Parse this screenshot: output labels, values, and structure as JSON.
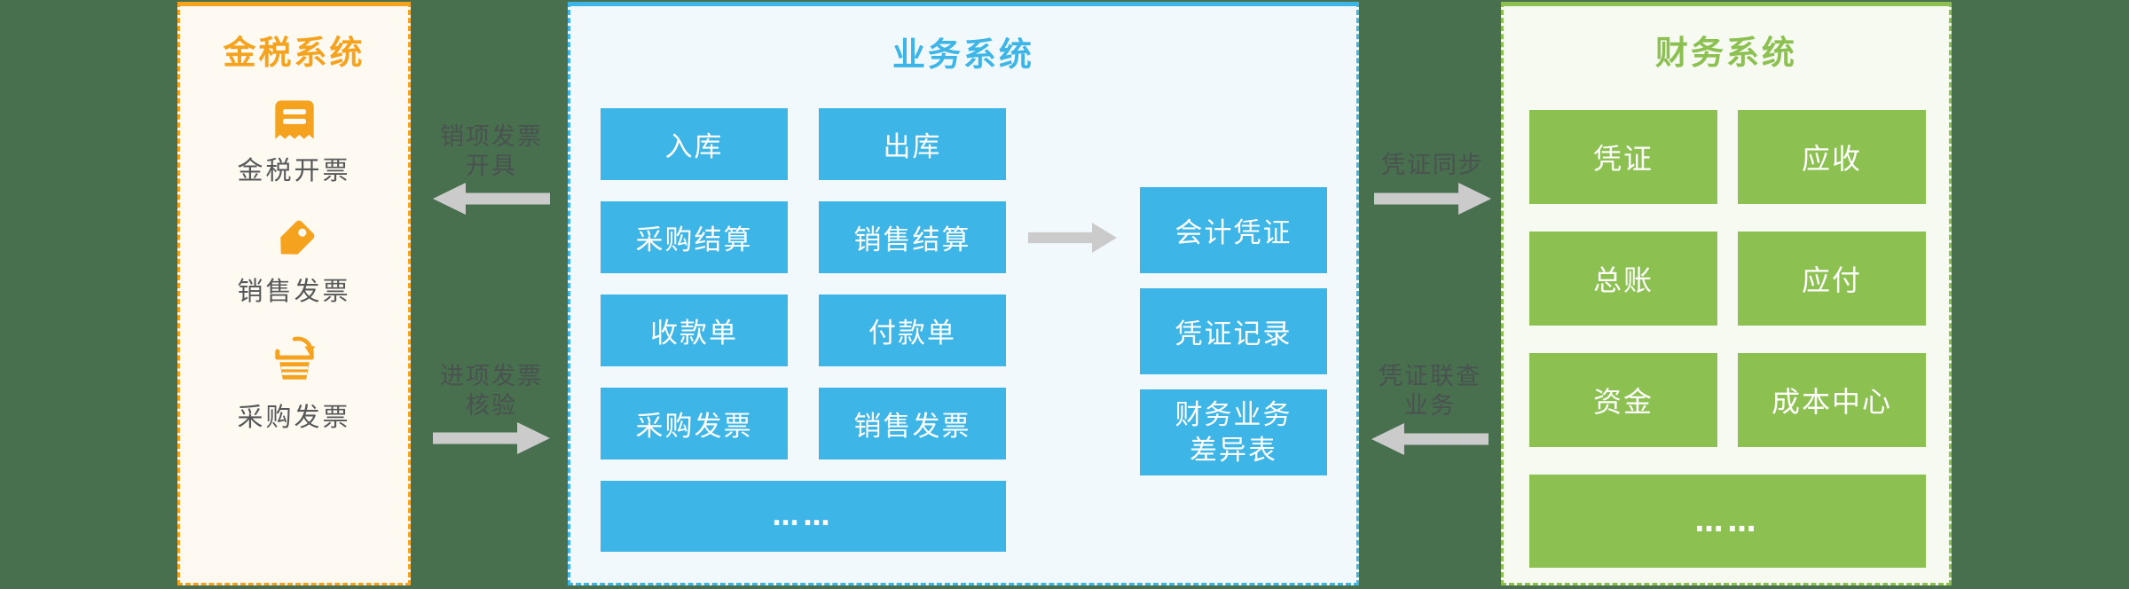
{
  "colors": {
    "background": "#48704F",
    "tax_accent": "#F5A31E",
    "tax_panel_bg": "#FEF9F1",
    "business_accent": "#3DB5E6",
    "business_panel_bg": "#F1F9FD",
    "finance_accent": "#8CC152",
    "finance_panel_bg": "#F7FAF1",
    "arrow_gray": "#CBCBCB",
    "node_text": "#FFFFFF",
    "label_gray": "#57585A"
  },
  "tax_system": {
    "title": "金税系统",
    "items": [
      {
        "icon": "receipt-icon",
        "label": "金税开票"
      },
      {
        "icon": "price-tag-icon",
        "label": "销售发票"
      },
      {
        "icon": "shopping-basket-icon",
        "label": "采购发票"
      }
    ]
  },
  "business_system": {
    "title": "业务系统",
    "process_buttons": [
      "入库",
      "出库",
      "采购结算",
      "销售结算",
      "收款单",
      "付款单",
      "采购发票",
      "销售发票"
    ],
    "more_label": "……",
    "output_buttons": [
      "会计凭证",
      "凭证记录",
      "财务业务\n差异表"
    ]
  },
  "finance_system": {
    "title": "财务系统",
    "module_buttons": [
      "凭证",
      "应收",
      "总账",
      "应付",
      "资金",
      "成本中心"
    ],
    "more_label": "……"
  },
  "flow_arrows": {
    "sales_invoice_issue": {
      "label": "销项发票\n开具",
      "direction": "left"
    },
    "input_invoice_verify": {
      "label": "进项发票\n核验",
      "direction": "right"
    },
    "voucher_sync": {
      "label": "凭证同步",
      "direction": "right"
    },
    "voucher_link_query": {
      "label": "凭证联查\n业务",
      "direction": "left"
    }
  }
}
